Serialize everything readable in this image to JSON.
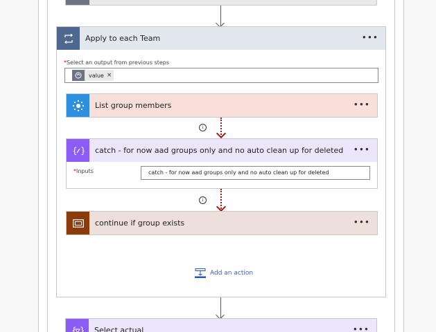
{
  "flow": {
    "container": {
      "title": "Apply to each Team",
      "menu": "•••",
      "select_label": "Select an output from previous steps",
      "required_mark": "*",
      "token": {
        "label": "value",
        "remove": "×"
      },
      "colors": {
        "header_bg": "#e3e8ef",
        "icon_bg": "#4e6890"
      }
    },
    "steps": [
      {
        "title": "List group members",
        "menu": "•••",
        "icon": "azure-ad-icon",
        "colors": {
          "header_bg": "#f9dfd9",
          "icon_bg": "#2d8fe0"
        }
      },
      {
        "title": "catch - for now aad groups only and no auto clean up for deleted",
        "menu": "•••",
        "icon": "compose-icon",
        "inputs_label": "Inputs",
        "required_mark": "*",
        "inputs_value": "catch - for now aad groups only and no auto clean up for deleted",
        "colors": {
          "header_bg": "#ebe6fb",
          "icon_bg": "#8b5cf6"
        }
      },
      {
        "title": "continue if group exists",
        "menu": "•••",
        "icon": "scope-icon",
        "colors": {
          "header_bg": "#ede0da",
          "icon_bg": "#8b3a0a"
        }
      }
    ],
    "run_after_info": [
      "i",
      "i"
    ],
    "add_action": {
      "label": "Add an action"
    },
    "next_step": {
      "title": "Select actual",
      "menu": "•••",
      "icon": "select-icon",
      "colors": {
        "header_bg": "#ebe6fb",
        "icon_bg": "#8b5cf6"
      }
    }
  }
}
